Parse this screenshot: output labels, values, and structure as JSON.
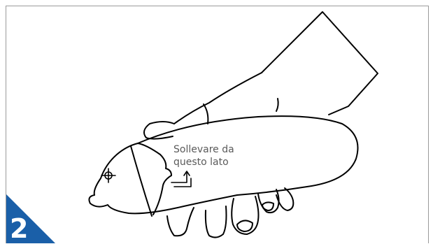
{
  "instruction": {
    "line1": "Sollevare da",
    "line2": "questo lato"
  },
  "step": {
    "number": "2"
  },
  "colors": {
    "badge": "#1a5fa8",
    "line_art": "#000000",
    "label_text": "#5a5a5a",
    "frame_border": "#9a9a9a"
  },
  "icons": [
    "crosshair-icon",
    "lift-arrow-icon"
  ]
}
